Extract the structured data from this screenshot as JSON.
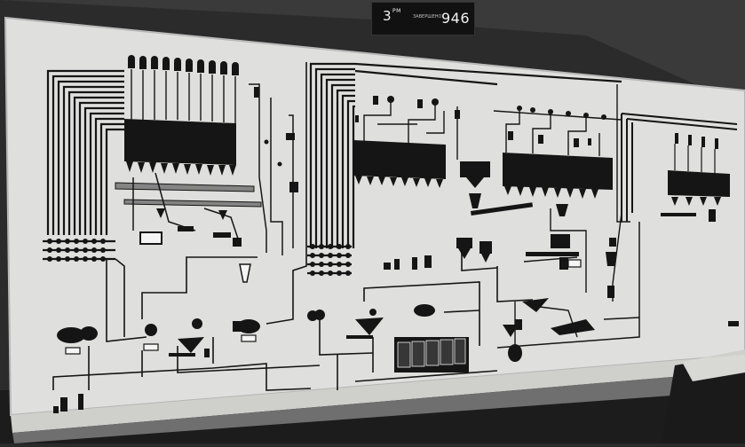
{
  "clock": {
    "time": "3",
    "time_suffix": "PM",
    "caption": "ЗАВЕРШЕНО",
    "counter": "946"
  },
  "colors": {
    "panel": "#e8e8e5",
    "ink": "#161616",
    "wall": "#2a2a2a"
  }
}
